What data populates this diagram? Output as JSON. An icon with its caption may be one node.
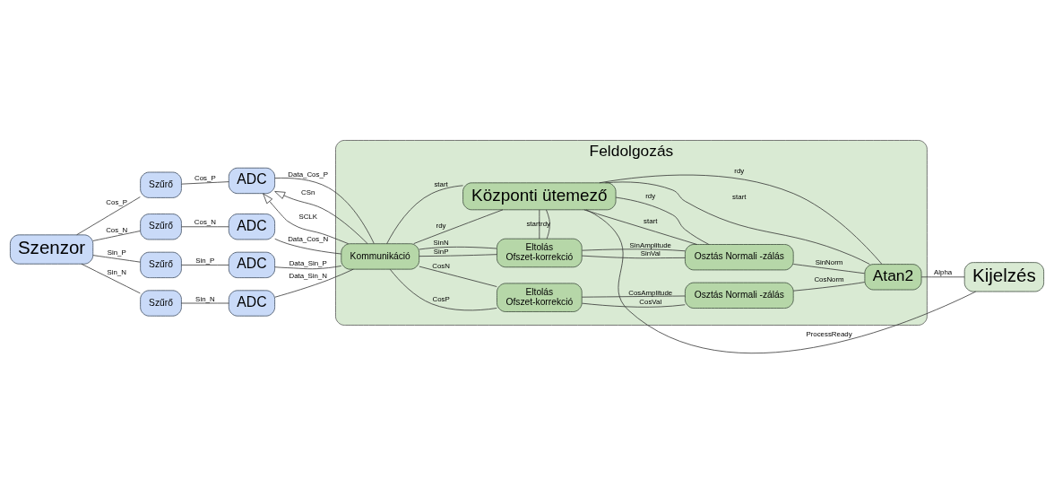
{
  "diagram": {
    "nodes": [
      {
        "text": [
          "Szenzor"
        ]
      },
      {
        "text": [
          "Szűrő"
        ]
      },
      {
        "text": [
          "Szűrő"
        ]
      },
      {
        "text": [
          "Szűrő"
        ]
      },
      {
        "text": [
          "Szűrő"
        ]
      },
      {
        "text": [
          "ADC"
        ]
      },
      {
        "text": [
          "ADC"
        ]
      },
      {
        "text": [
          "ADC"
        ]
      },
      {
        "text": [
          "ADC"
        ]
      },
      {
        "text": [
          "Feldolgozás"
        ]
      },
      {
        "text": [
          "Kommunikáció"
        ],
        "in": 9
      },
      {
        "text": [
          "Eltolás",
          "Ofszet-korrekció"
        ],
        "in": 9
      },
      {
        "text": [
          "Eltolás",
          "Ofszet-korrekció"
        ],
        "in": 9
      },
      {
        "text": [
          "Osztás Normali -zálás"
        ],
        "in": 9
      },
      {
        "text": [
          "Osztás Normali -zálás"
        ],
        "in": 9
      },
      {
        "text": [
          "Atan2"
        ],
        "in": 9
      },
      {
        "text": [
          "Központi ütemező"
        ],
        "in": 9
      },
      {
        "text": [
          "Kijelzés"
        ]
      }
    ],
    "edges": [
      {
        "from": 0,
        "to": 1,
        "label": "Cos_P",
        "arrow": "none"
      },
      {
        "from": 1,
        "to": 5,
        "label": "Cos_P",
        "arrow": "none"
      },
      {
        "from": 5,
        "to": 10,
        "label": "Data_Cos_P",
        "arrow": "none"
      },
      {
        "from": 0,
        "to": 2,
        "label": "Cos_N",
        "arrow": "none"
      },
      {
        "from": 2,
        "to": 6,
        "label": "Cos_N",
        "arrow": "none"
      },
      {
        "from": 6,
        "to": 10,
        "label": "Data_Cos_N",
        "arrow": "none"
      },
      {
        "from": 0,
        "to": 3,
        "label": "Sin_P",
        "arrow": "none"
      },
      {
        "from": 3,
        "to": 7,
        "label": "Sin_P",
        "arrow": "none"
      },
      {
        "from": 7,
        "to": 10,
        "label": "Data_Sin_P",
        "arrow": "none"
      },
      {
        "from": 0,
        "to": 4,
        "label": "Sin_N",
        "arrow": "none"
      },
      {
        "from": 4,
        "to": 8,
        "label": "Sin_N",
        "arrow": "none"
      },
      {
        "from": 8,
        "to": 10,
        "label": "Data_Sin_N",
        "arrow": "none"
      },
      {
        "from": 10,
        "to": 5,
        "label": "CSn",
        "arrow": "to"
      },
      {
        "from": 10,
        "to": 5,
        "label": "SCLK",
        "arrow": "to"
      },
      {
        "from": 10,
        "to": 11,
        "label": "CosP",
        "arrow": "none"
      },
      {
        "from": 10,
        "to": 11,
        "label": "CosN",
        "arrow": "none"
      },
      {
        "from": 10,
        "to": 12,
        "label": "SinP",
        "arrow": "none"
      },
      {
        "from": 10,
        "to": 12,
        "label": "SinN",
        "arrow": "none"
      },
      {
        "from": 11,
        "to": 13,
        "label": "CosVal",
        "arrow": "none"
      },
      {
        "from": 11,
        "to": 13,
        "label": "CosAmplitude",
        "arrow": "none"
      },
      {
        "from": 12,
        "to": 14,
        "label": "SinVal",
        "arrow": "none"
      },
      {
        "from": 12,
        "to": 14,
        "label": "SinAmplitude",
        "arrow": "none"
      },
      {
        "from": 13,
        "to": 15,
        "label": "CosNorm",
        "arrow": "none"
      },
      {
        "from": 14,
        "to": 15,
        "label": "SinNorm",
        "arrow": "none"
      },
      {
        "from": 15,
        "to": 17,
        "label": "Alpha",
        "arrow": "none"
      },
      {
        "from": 16,
        "to": 10,
        "label": "start",
        "arrow": "none"
      },
      {
        "from": 10,
        "to": 16,
        "label": "rdy",
        "arrow": "none"
      },
      {
        "from": 16,
        "to": 12,
        "label": "start",
        "arrow": "none"
      },
      {
        "from": 12,
        "to": 16,
        "label": "rdy",
        "arrow": "none"
      },
      {
        "from": 16,
        "to": 14,
        "label": "start",
        "arrow": "none"
      },
      {
        "from": 14,
        "to": 16,
        "label": "rdy",
        "arrow": "none"
      },
      {
        "from": 16,
        "to": 15,
        "label": "start",
        "arrow": "none"
      },
      {
        "from": 15,
        "to": 16,
        "label": "rdy",
        "arrow": "none"
      },
      {
        "from": 16,
        "to": 17,
        "label": "ProcessReady",
        "arrow": "none"
      }
    ]
  }
}
